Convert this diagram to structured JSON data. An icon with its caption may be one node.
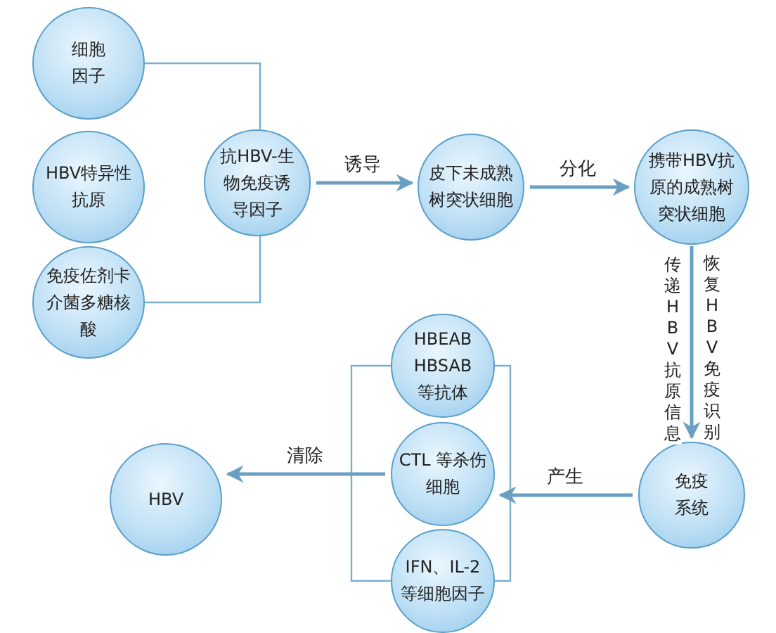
{
  "diagram": {
    "nodes": [
      {
        "text": [
          "细胞因子"
        ]
      },
      {
        "text": [
          "HBV特异性抗原"
        ]
      },
      {
        "text": [
          "免疫佐剂卡介菌多糖核酸"
        ]
      },
      {
        "text": [
          "抗HBV-生物免疫诱导因子"
        ]
      },
      {
        "text": [
          "皮下未成熟树突状细胞"
        ]
      },
      {
        "text": [
          "携带HBV抗原的成熟树突状细胞"
        ]
      },
      {
        "text": [
          "免疫系统"
        ]
      },
      {
        "text": [
          "HBEAB HBSAB 等抗体"
        ]
      },
      {
        "text": [
          "CTL 等杀伤细胞"
        ]
      },
      {
        "text": [
          "IFN、IL-2 等细胞因子"
        ]
      },
      {
        "text": [
          "HBV"
        ]
      }
    ],
    "edges": [
      {
        "from": 0,
        "to": 3,
        "arrow": "none"
      },
      {
        "from": 2,
        "to": 3,
        "arrow": "none"
      },
      {
        "from": 3,
        "to": 4,
        "arrow": "to",
        "label": "诱导"
      },
      {
        "from": 4,
        "to": 5,
        "arrow": "to",
        "label": "分化"
      },
      {
        "from": 5,
        "to": 6,
        "arrow": "to",
        "label": "传递HBV抗原信息"
      },
      {
        "from": 6,
        "to": 8,
        "arrow": "to",
        "label": "产生"
      },
      {
        "from": 8,
        "to": 10,
        "arrow": "to",
        "label": "清除"
      }
    ],
    "labels": [
      "恢复HBV免疫识别"
    ]
  }
}
